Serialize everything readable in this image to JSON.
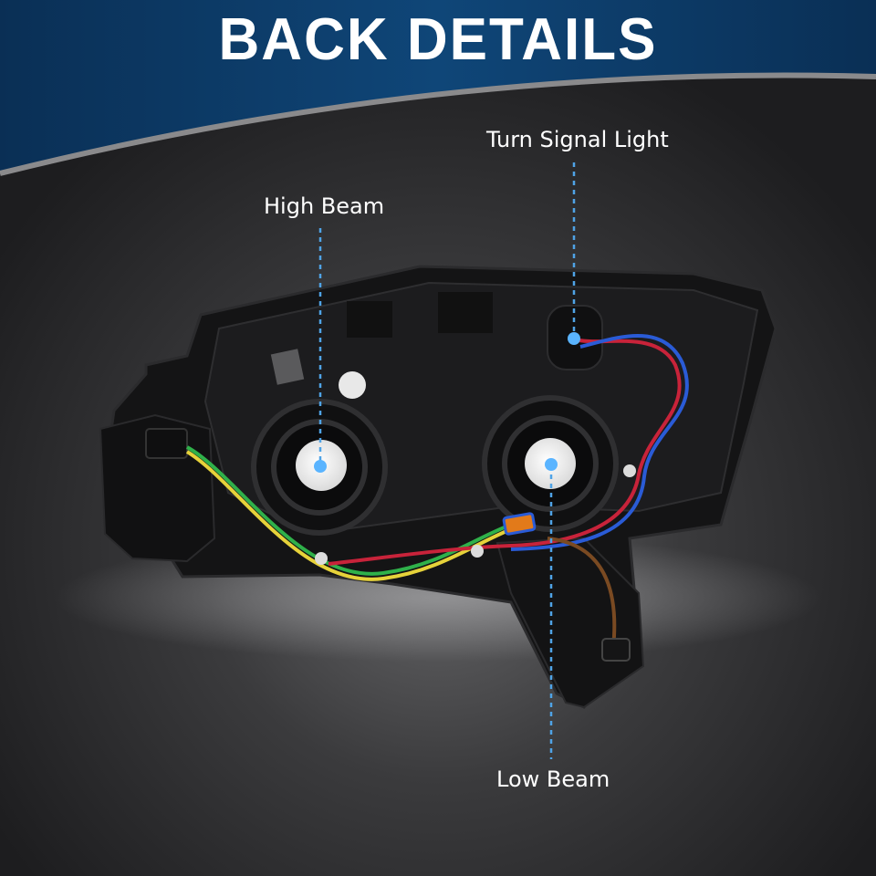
{
  "banner": {
    "title": "BACK DETAILS",
    "color": "#0d3f6b"
  },
  "callouts": {
    "high_beam": "High Beam",
    "turn_signal": "Turn Signal Light",
    "low_beam": "Low Beam"
  },
  "colors": {
    "background": "#2a2a2c",
    "accent_line": "#4fa3e6",
    "marker": "#5ab4ff",
    "wire_red": "#c8233a",
    "wire_blue": "#2a5bd6",
    "wire_green": "#2fb14a",
    "wire_yellow": "#e6d23a",
    "housing": "#151515"
  }
}
